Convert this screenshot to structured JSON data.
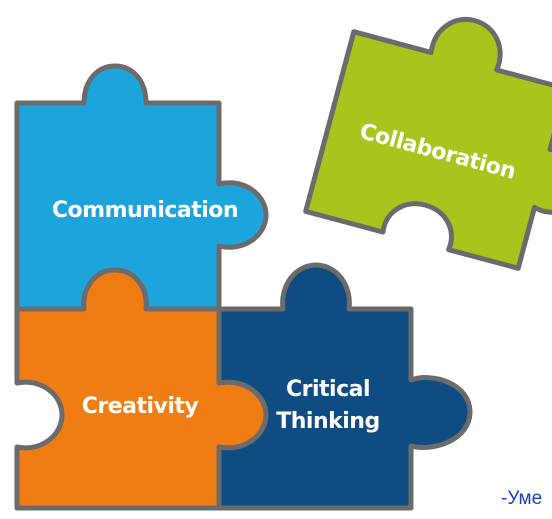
{
  "pieces": {
    "communication": {
      "label": "Communication",
      "color": "#1ea4dd"
    },
    "collaboration": {
      "label": "Collaboration",
      "color": "#a9c41c"
    },
    "creativity": {
      "label": "Creativity",
      "color": "#f07d14"
    },
    "critical_thinking": {
      "label_line1": "Critical",
      "label_line2": "Thinking",
      "color": "#0e4c82"
    }
  },
  "outline_color": "#6b6b6b",
  "caption": "-Уме"
}
